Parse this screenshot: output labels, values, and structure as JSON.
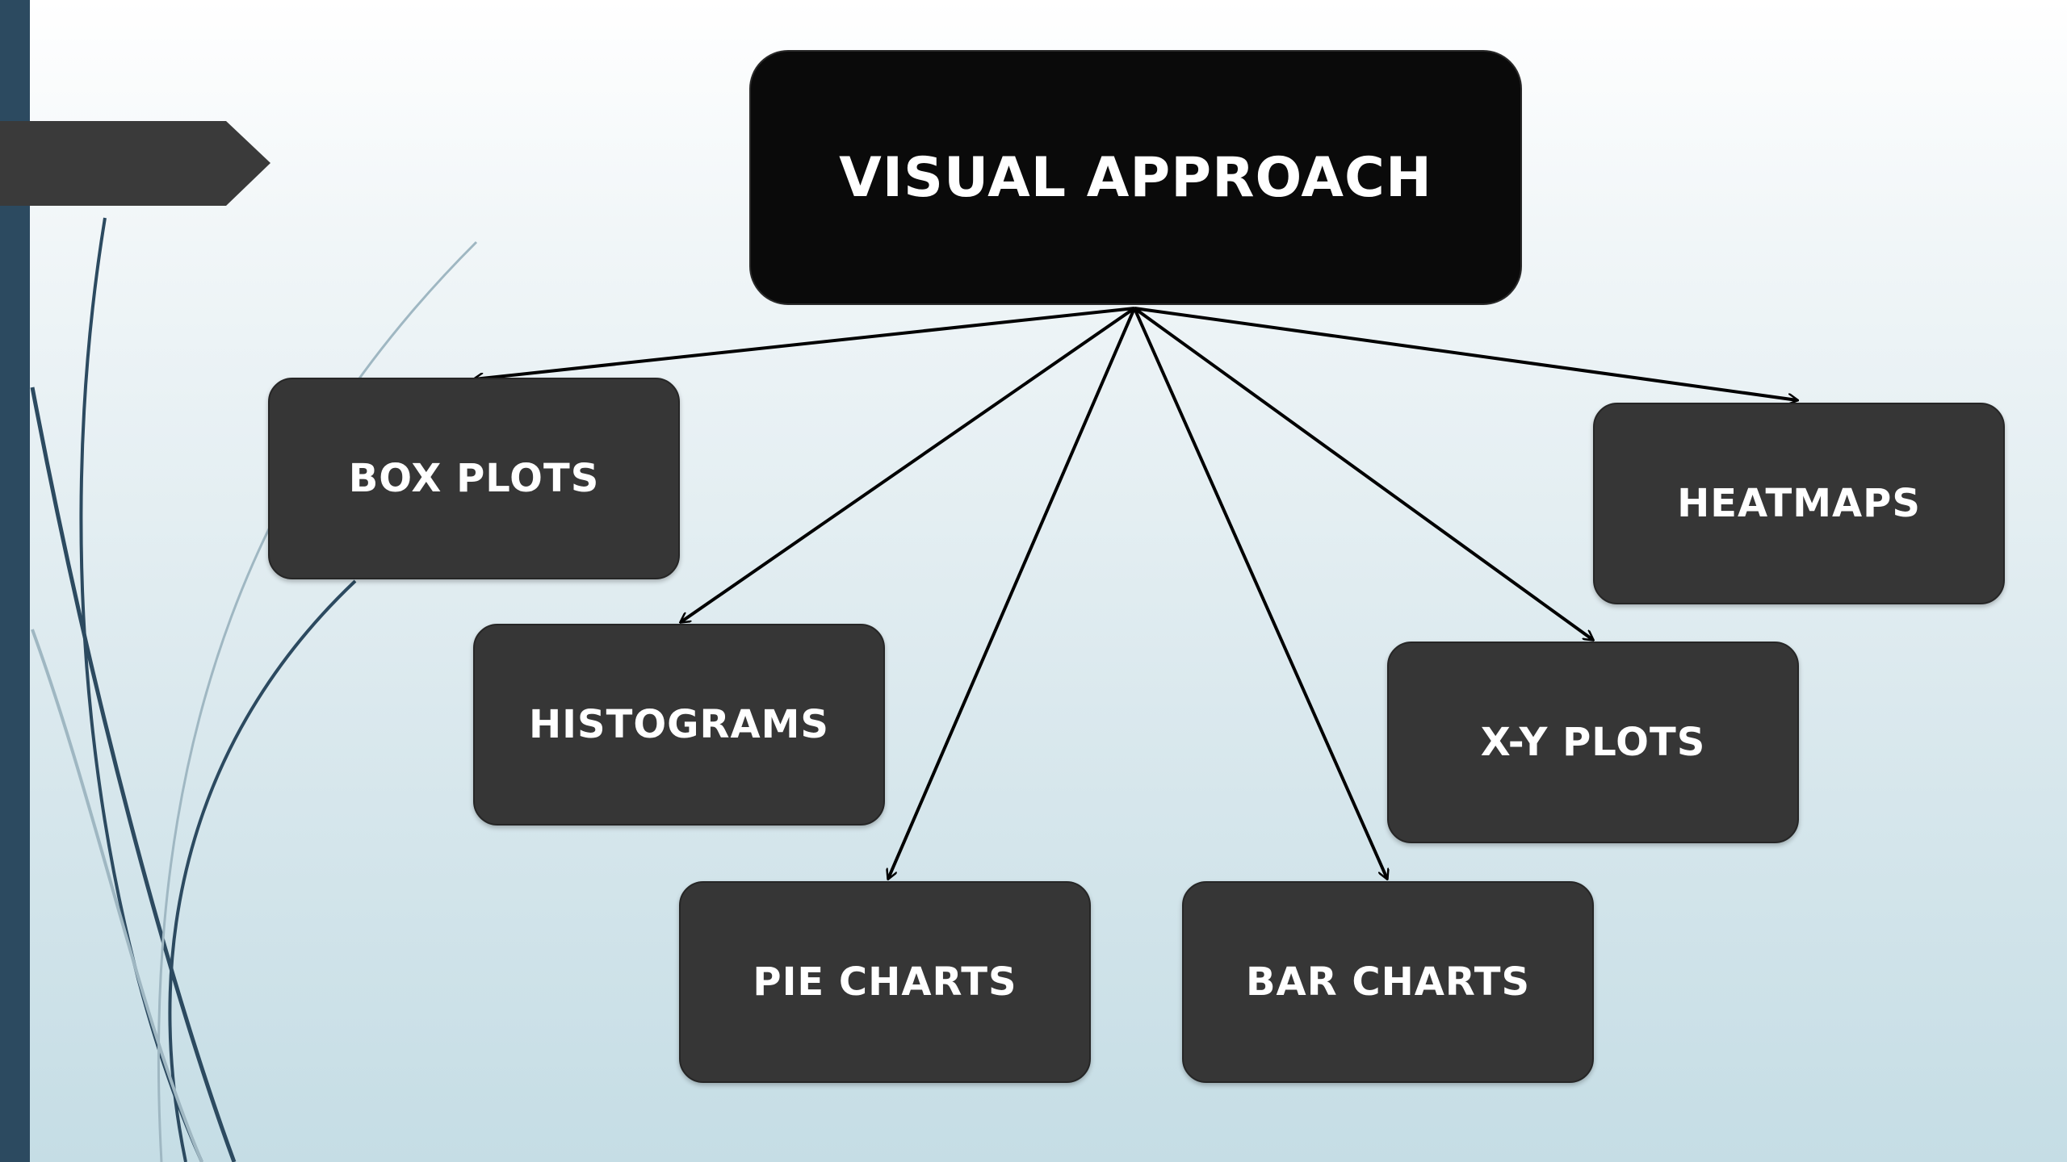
{
  "diagram": {
    "root": {
      "label": "VISUAL APPROACH"
    },
    "children": [
      {
        "id": "box",
        "label": "BOX PLOTS"
      },
      {
        "id": "hist",
        "label": "HISTOGRAMS"
      },
      {
        "id": "pie",
        "label": "PIE CHARTS"
      },
      {
        "id": "bar",
        "label": "BAR CHARTS"
      },
      {
        "id": "xy",
        "label": "X-Y PLOTS"
      },
      {
        "id": "heat",
        "label": "HEATMAPS"
      }
    ]
  },
  "colors": {
    "root_fill": "#0a0a0a",
    "node_fill": "#363636",
    "connector": "#000000",
    "accent_bar": "#2c4a60"
  }
}
